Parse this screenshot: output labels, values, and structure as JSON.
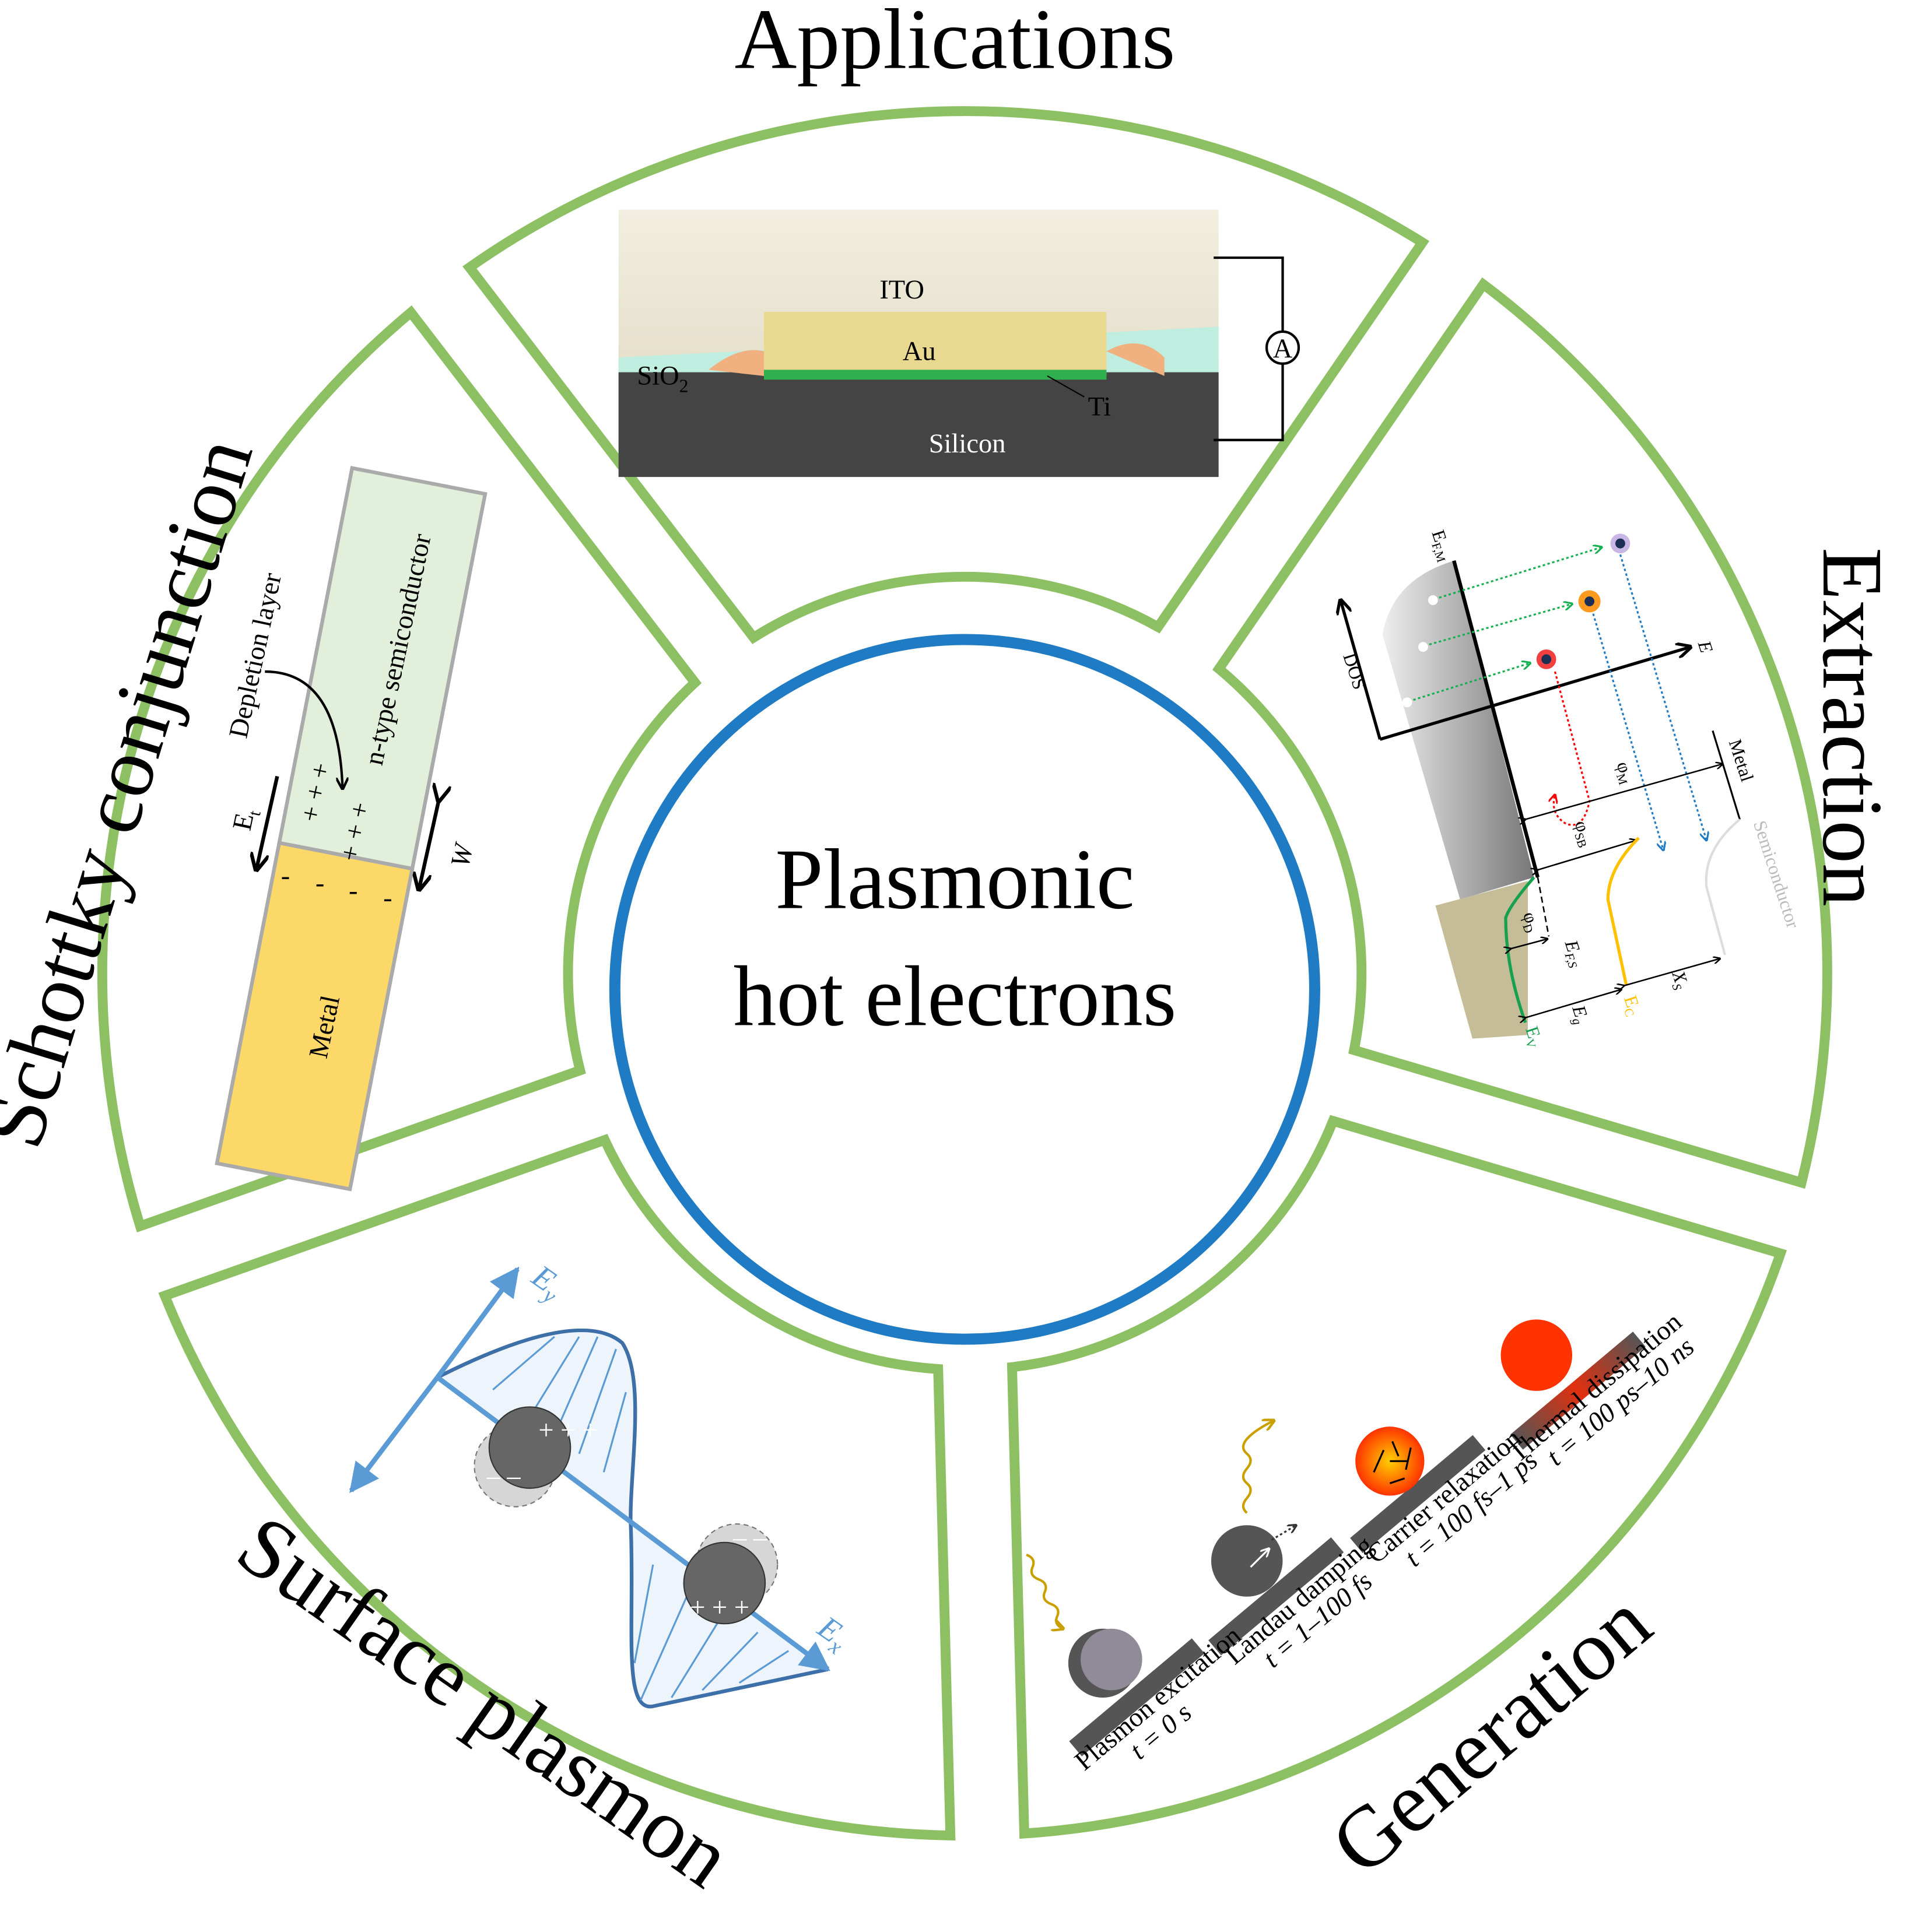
{
  "center": {
    "line1": "Plasmonic",
    "line2": "hot electrons"
  },
  "sections": {
    "applications": "Applications",
    "extraction": "Extraction",
    "generation": "Generation",
    "surface_plasmon": "Surface plasmon",
    "schottky": "Schottky conjunction"
  },
  "applications_panel": {
    "ito": "ITO",
    "au": "Au",
    "sio": "SiO",
    "sio_sub": "2",
    "ti": "Ti",
    "silicon": "Silicon",
    "ammeter": "A"
  },
  "schottky_panel": {
    "depletion": "Depletion layer",
    "ntype": "n-type semiconductor",
    "metal": "Metal",
    "e": "E",
    "e_sub": "t",
    "w": "W",
    "plus": "+ + +",
    "minus": "-"
  },
  "surface_plasmon_panel": {
    "ey": "E",
    "ey_sub": "y",
    "ex": "E",
    "ex_sub": "x",
    "plus": "+ + +",
    "minus": "– –"
  },
  "extraction_panel": {
    "efm": "E",
    "efm_sub": "F,M",
    "dos": "DOS",
    "e": "E",
    "metal": "Metal",
    "semiconductor": "Semiconductor",
    "phi_m": "φ",
    "phi_m_sub": "M",
    "phi_sb": "φ",
    "phi_sb_sub": "SB",
    "phi_d": "φ",
    "phi_d_sub": "D",
    "efs": "E",
    "efs_sub": "F,S",
    "eg": "E",
    "eg_sub": "g",
    "ec": "E",
    "ec_sub": "C",
    "ev": "E",
    "ev_sub": "V",
    "xs": "X",
    "xs_sub": "S"
  },
  "generation_panel": {
    "steps": [
      {
        "label": "Plasmon excitation",
        "time": "t = 0 s"
      },
      {
        "label": "Landau damping",
        "time": "t = 1–100 fs"
      },
      {
        "label": "Carrier relaxation",
        "time": "t = 100 fs–1 ps"
      },
      {
        "label": "Thermal dissipation",
        "time": "t = 100 ps–10 ns"
      }
    ]
  },
  "colors": {
    "ring": "#8cc063",
    "center_circle": "#1f7bc4",
    "plasmon_blue": "#5b9bd5",
    "hot": "#ff3300"
  }
}
